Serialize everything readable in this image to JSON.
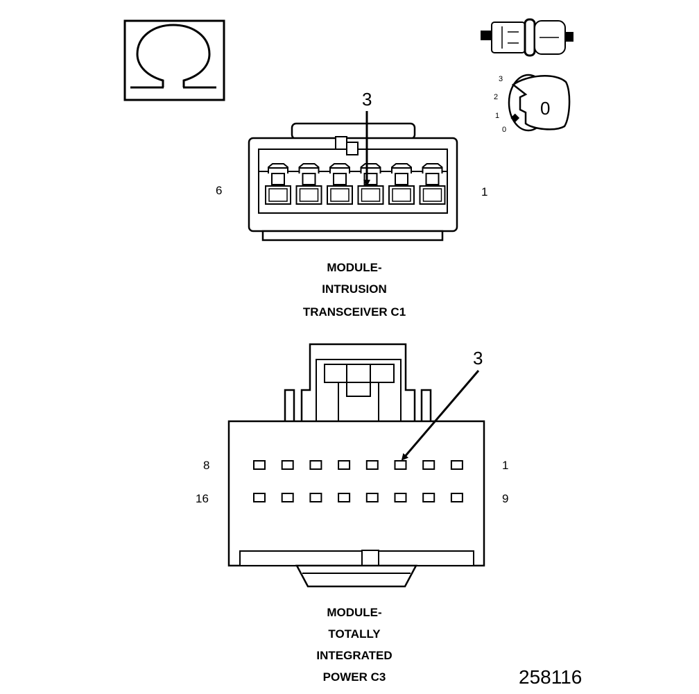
{
  "symbols": {
    "ohm_icon": "ohm-symbol-icon",
    "ignition_icon": "ignition-key-icon",
    "ignition_positions": [
      "3",
      "2",
      "1",
      "0"
    ],
    "key_label": "0"
  },
  "connector_c1": {
    "callout": "3",
    "pin_left": "6",
    "pin_right": "1",
    "pin_count": 6,
    "caption_lines": [
      "MODULE-",
      "INTRUSION",
      "TRANSCEIVER C1"
    ]
  },
  "connector_c3": {
    "callout": "3",
    "row1_left": "8",
    "row1_right": "1",
    "row2_left": "16",
    "row2_right": "9",
    "pins_per_row": 8,
    "caption_lines": [
      "MODULE-",
      "TOTALLY",
      "INTEGRATED",
      "POWER C3"
    ]
  },
  "figure_number": "258116"
}
